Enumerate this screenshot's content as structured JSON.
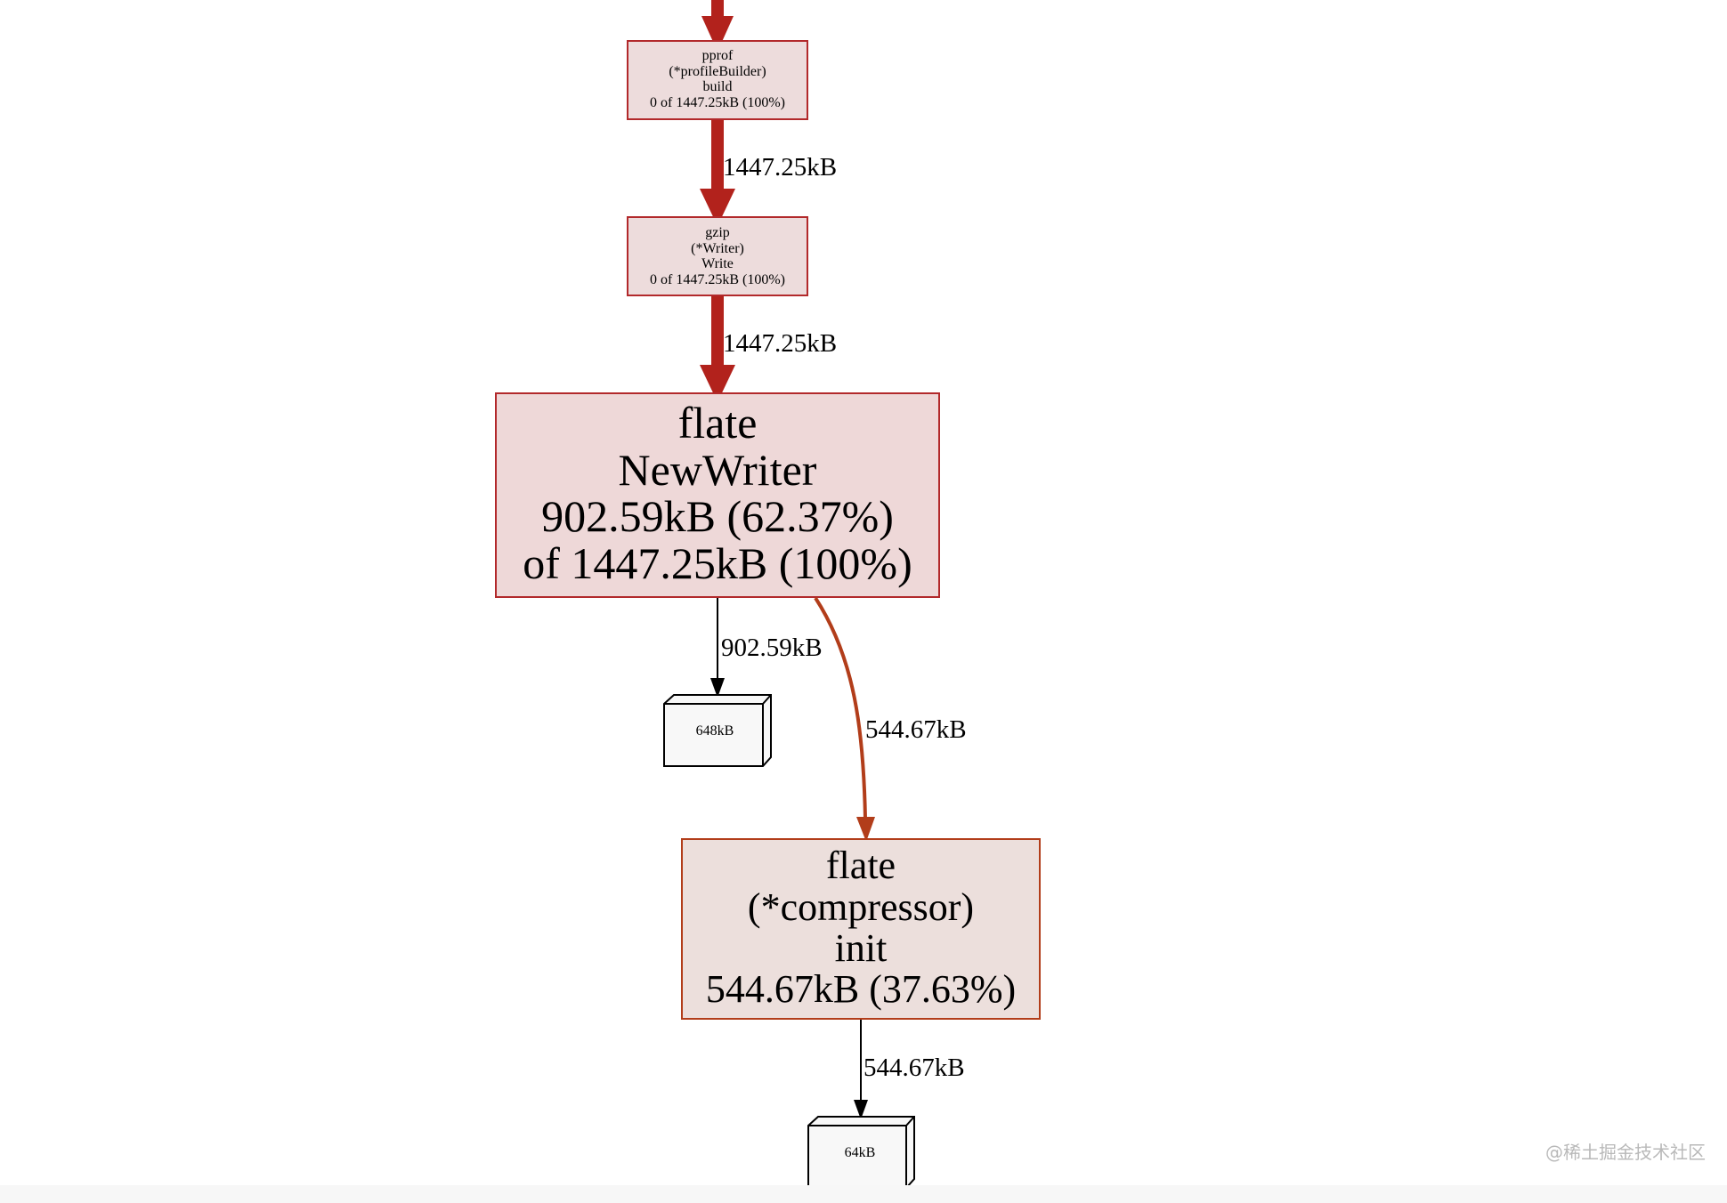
{
  "nodes": {
    "pprof_build": {
      "lines": [
        "pprof",
        "(*profileBuilder)",
        "build",
        "0 of 1447.25kB (100%)"
      ],
      "fill": "#eddcdc",
      "stroke": "#b2292b"
    },
    "gzip_write": {
      "lines": [
        "gzip",
        "(*Writer)",
        "Write",
        "0 of 1447.25kB (100%)"
      ],
      "fill": "#eddcdc",
      "stroke": "#b2292b"
    },
    "flate_newwriter": {
      "lines": [
        "flate",
        "NewWriter",
        "902.59kB (62.37%)",
        "of 1447.25kB (100%)"
      ],
      "fill": "#eed8d8",
      "stroke": "#b2292b"
    },
    "alloc_648": {
      "label": "648kB"
    },
    "flate_init": {
      "lines": [
        "flate",
        "(*compressor)",
        "init",
        "544.67kB (37.63%)"
      ],
      "fill": "#ecdfdc",
      "stroke": "#b23d1a"
    },
    "alloc_64": {
      "label": "64kB"
    }
  },
  "edges": {
    "e_build_write": {
      "label": "1447.25kB",
      "color": "#b2221c"
    },
    "e_write_newwriter": {
      "label": "1447.25kB",
      "color": "#b2221c"
    },
    "e_newwriter_648": {
      "label": "902.59kB",
      "color": "#000000"
    },
    "e_newwriter_init": {
      "label": "544.67kB",
      "color": "#b23d1a"
    },
    "e_init_64": {
      "label": "544.67kB",
      "color": "#000000"
    }
  },
  "watermark": "@稀土掘金技术社区"
}
